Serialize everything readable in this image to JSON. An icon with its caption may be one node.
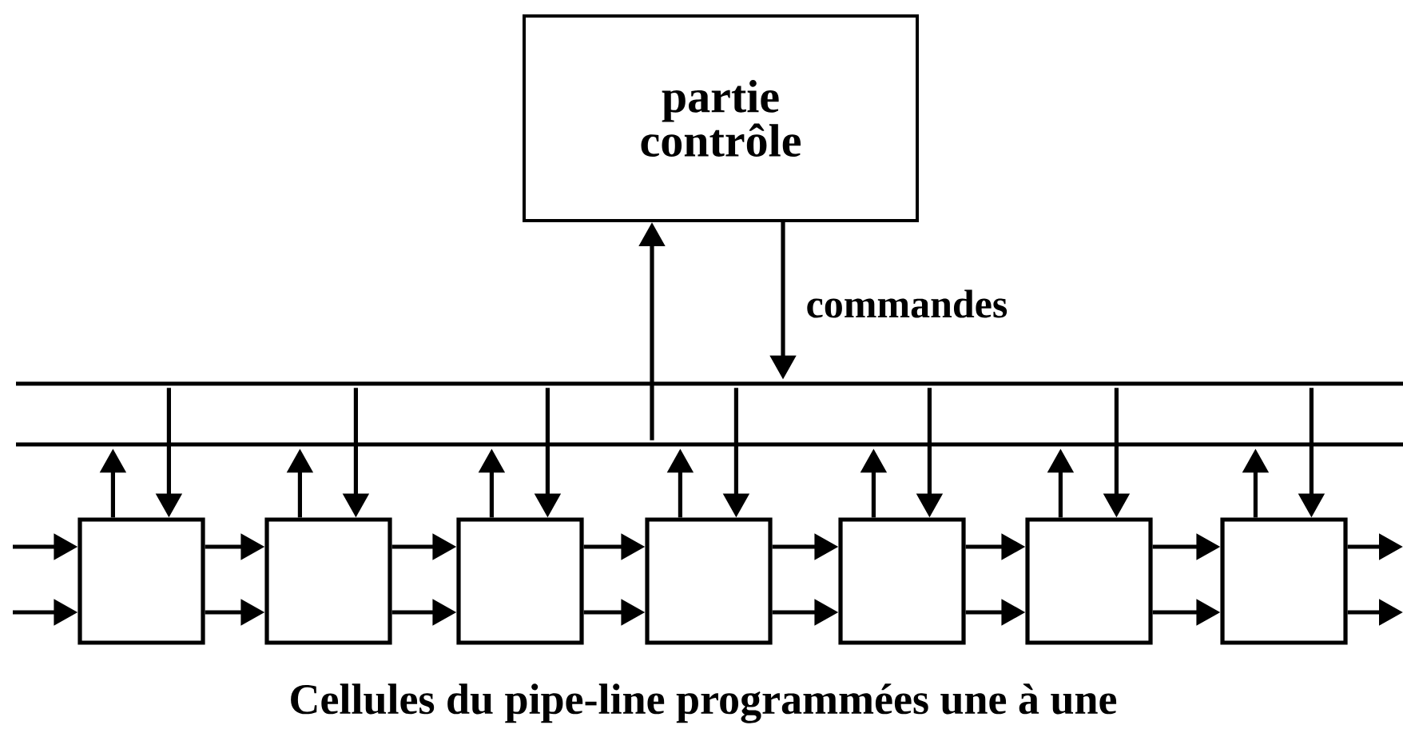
{
  "diagram": {
    "caption": "Cellules du pipe-line programmées une à une",
    "nodes": [
      {
        "text": [
          "partie contrôle"
        ]
      },
      {
        "text": [],
        "shape": "bar"
      },
      {
        "text": [],
        "shape": "bar"
      },
      {
        "text": [],
        "shape": "box"
      },
      {
        "text": [],
        "shape": "box"
      },
      {
        "text": [],
        "shape": "box"
      },
      {
        "text": [],
        "shape": "box"
      },
      {
        "text": [],
        "shape": "box"
      },
      {
        "text": [],
        "shape": "box"
      },
      {
        "text": [],
        "shape": "box"
      }
    ],
    "edges": [
      {
        "from": 0,
        "to": 1,
        "arrow": "to",
        "label": "commandes"
      },
      {
        "from": 2,
        "to": 0,
        "arrow": "to"
      },
      {
        "from": 1,
        "to": 3,
        "arrow": "to"
      },
      {
        "from": 3,
        "to": 2,
        "arrow": "to"
      },
      {
        "from": 1,
        "to": 4,
        "arrow": "to"
      },
      {
        "from": 4,
        "to": 2,
        "arrow": "to"
      },
      {
        "from": 1,
        "to": 5,
        "arrow": "to"
      },
      {
        "from": 5,
        "to": 2,
        "arrow": "to"
      },
      {
        "from": 1,
        "to": 6,
        "arrow": "to"
      },
      {
        "from": 6,
        "to": 2,
        "arrow": "to"
      },
      {
        "from": 1,
        "to": 7,
        "arrow": "to"
      },
      {
        "from": 7,
        "to": 2,
        "arrow": "to"
      },
      {
        "from": 1,
        "to": 8,
        "arrow": "to"
      },
      {
        "from": 8,
        "to": 2,
        "arrow": "to"
      },
      {
        "from": 1,
        "to": 9,
        "arrow": "to"
      },
      {
        "from": 9,
        "to": 2,
        "arrow": "to"
      },
      {
        "from": null,
        "to": 3,
        "arrow": "to"
      },
      {
        "from": null,
        "to": 3,
        "arrow": "to"
      },
      {
        "from": 3,
        "to": 4,
        "arrow": "to"
      },
      {
        "from": 3,
        "to": 4,
        "arrow": "to"
      },
      {
        "from": 4,
        "to": 5,
        "arrow": "to"
      },
      {
        "from": 4,
        "to": 5,
        "arrow": "to"
      },
      {
        "from": 5,
        "to": 6,
        "arrow": "to"
      },
      {
        "from": 5,
        "to": 6,
        "arrow": "to"
      },
      {
        "from": 6,
        "to": 7,
        "arrow": "to"
      },
      {
        "from": 6,
        "to": 7,
        "arrow": "to"
      },
      {
        "from": 7,
        "to": 8,
        "arrow": "to"
      },
      {
        "from": 7,
        "to": 8,
        "arrow": "to"
      },
      {
        "from": 8,
        "to": 9,
        "arrow": "to"
      },
      {
        "from": 8,
        "to": 9,
        "arrow": "to"
      },
      {
        "from": 9,
        "to": null,
        "arrow": "to"
      },
      {
        "from": 9,
        "to": null,
        "arrow": "to"
      }
    ]
  }
}
